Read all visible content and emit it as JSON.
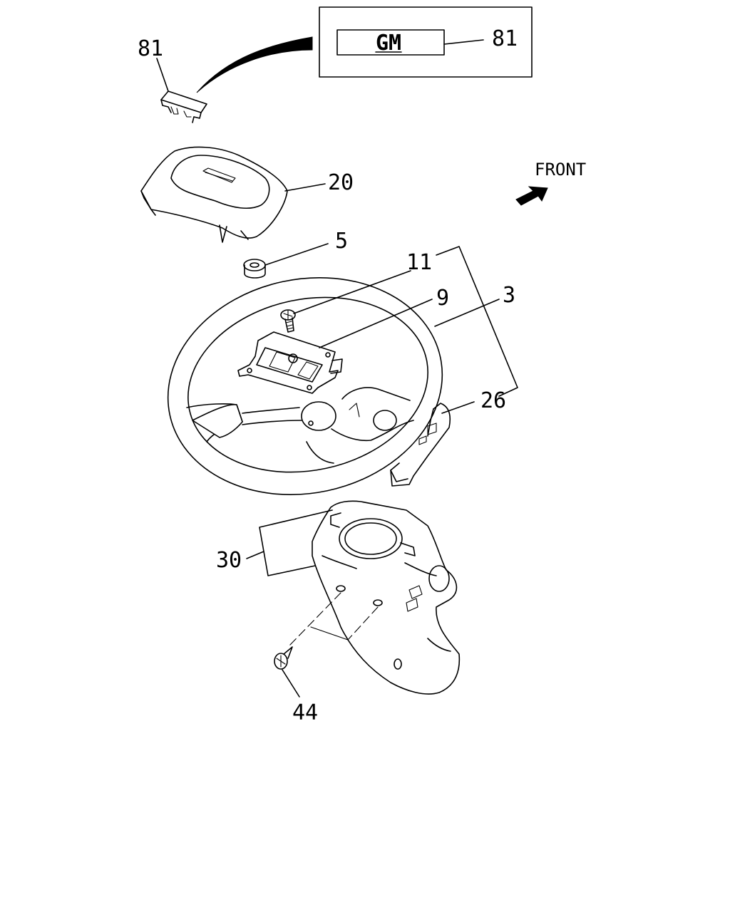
{
  "diagram": {
    "emblem_box": {
      "logo_text": "GM",
      "callout": "81"
    },
    "direction_label": "FRONT",
    "callouts": {
      "emblem": "81",
      "horn_pad": "20",
      "nut": "5",
      "bolt": "11",
      "plate": "9",
      "wheel": "3",
      "cover": "26",
      "column_cover": "30",
      "screw": "44"
    }
  }
}
